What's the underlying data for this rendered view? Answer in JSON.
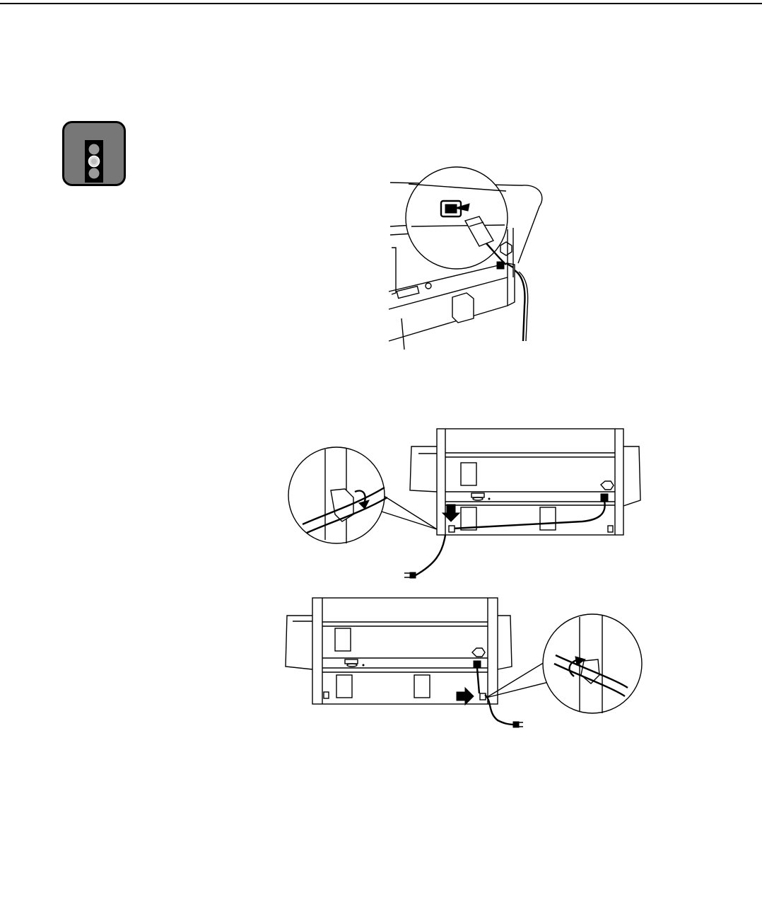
{
  "page": {
    "icon": "traffic-light-caution-icon",
    "colors": {
      "badge_fill": "#777777",
      "badge_border": "#000000",
      "lamp_grey": "#9a9a9a",
      "lamp_lit": "#d9d9d9",
      "ink": "#000000",
      "paper": "#ffffff"
    }
  },
  "figures": [
    {
      "name": "connect-power-cord-illustration"
    },
    {
      "name": "route-cord-left-hook-illustration"
    },
    {
      "name": "route-cord-right-hook-illustration"
    }
  ]
}
